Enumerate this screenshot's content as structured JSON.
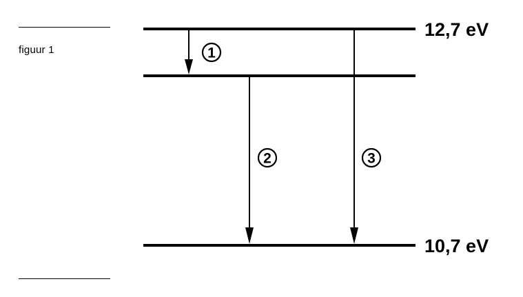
{
  "figure": {
    "label": "figuur 1"
  },
  "levels": [
    {
      "id": "upper",
      "label": "12,7 eV"
    },
    {
      "id": "middle",
      "label": ""
    },
    {
      "id": "lower",
      "label": "10,7 eV"
    }
  ],
  "transitions": [
    {
      "number": "1",
      "from": "upper",
      "to": "middle"
    },
    {
      "number": "2",
      "from": "middle",
      "to": "lower"
    },
    {
      "number": "3",
      "from": "upper",
      "to": "lower"
    }
  ]
}
